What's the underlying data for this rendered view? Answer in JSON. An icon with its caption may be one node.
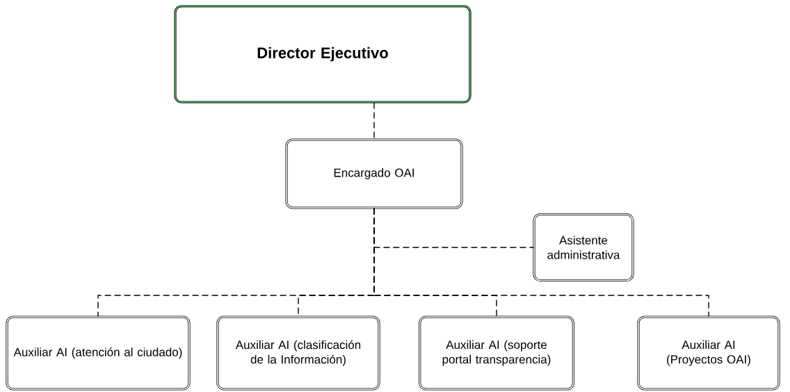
{
  "diagram": {
    "nodes": [
      {
        "text": [
          "Director Ejecutivo"
        ]
      },
      {
        "text": [
          "Encargado OAI"
        ]
      },
      {
        "text": [
          "Asistente administrativa"
        ]
      },
      {
        "text": [
          "Auxiliar AI (atención al ciudado)"
        ]
      },
      {
        "text": [
          "Auxiliar AI (clasificación de la Información)"
        ]
      },
      {
        "text": [
          "Auxiliar AI (soporte portal transparencia)"
        ]
      },
      {
        "text": [
          "Auxiliar AI (Proyectos OAI)"
        ]
      }
    ],
    "edges": [
      {
        "from": 0,
        "to": 1,
        "arrow": "none",
        "style": "dashed"
      },
      {
        "from": 1,
        "to": 2,
        "arrow": "none",
        "style": "dashed"
      },
      {
        "from": 1,
        "to": 3,
        "arrow": "none",
        "style": "dashed"
      },
      {
        "from": 1,
        "to": 4,
        "arrow": "none",
        "style": "dashed"
      },
      {
        "from": 1,
        "to": 5,
        "arrow": "none",
        "style": "dashed"
      },
      {
        "from": 1,
        "to": 6,
        "arrow": "none",
        "style": "dashed"
      }
    ]
  }
}
